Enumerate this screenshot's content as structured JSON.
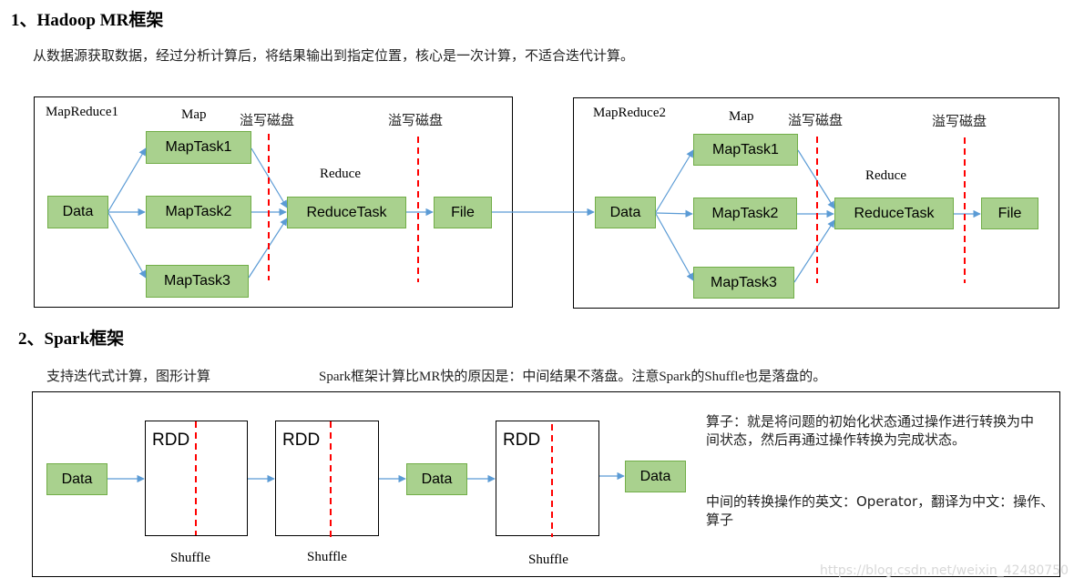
{
  "section1": {
    "title": "1、Hadoop MR框架",
    "description": "从数据源获取数据，经过分析计算后，将结果输出到指定位置，核心是一次计算，不适合迭代计算。",
    "mr1": {
      "name": "MapReduce1",
      "map_label": "Map",
      "spill_label_1": "溢写磁盘",
      "spill_label_2": "溢写磁盘",
      "reduce_label": "Reduce",
      "data": "Data",
      "maptask1": "MapTask1",
      "maptask2": "MapTask2",
      "maptask3": "MapTask3",
      "reducetask": "ReduceTask",
      "file": "File"
    },
    "mr2": {
      "name": "MapReduce2",
      "map_label": "Map",
      "spill_label_1": "溢写磁盘",
      "spill_label_2": "溢写磁盘",
      "reduce_label": "Reduce",
      "data": "Data",
      "maptask1": "MapTask1",
      "maptask2": "MapTask2",
      "maptask3": "MapTask3",
      "reducetask": "ReduceTask",
      "file": "File"
    }
  },
  "section2": {
    "title": "2、Spark框架",
    "note_left": "支持迭代式计算，图形计算",
    "note_right": "Spark框架计算比MR快的原因是：中间结果不落盘。注意Spark的Shuffle也是落盘的。",
    "data1": "Data",
    "rdd1": "RDD",
    "rdd2": "RDD",
    "data2": "Data",
    "rdd3": "RDD",
    "data3": "Data",
    "shuffle1": "Shuffle",
    "shuffle2": "Shuffle",
    "shuffle3": "Shuffle",
    "operator_desc": "算子：就是将问题的初始化状态通过操作进行转换为中间状态，然后再通过操作转换为完成状态。",
    "operator_en": "中间的转换操作的英文：Operator，翻译为中文：操作、算子"
  },
  "watermark": "https://blog.csdn.net/weixin_42480750",
  "colors": {
    "box_fill": "#a9d18e",
    "box_border": "#71ad47",
    "arrow": "#5b9bd5",
    "dash": "#ff0000"
  }
}
